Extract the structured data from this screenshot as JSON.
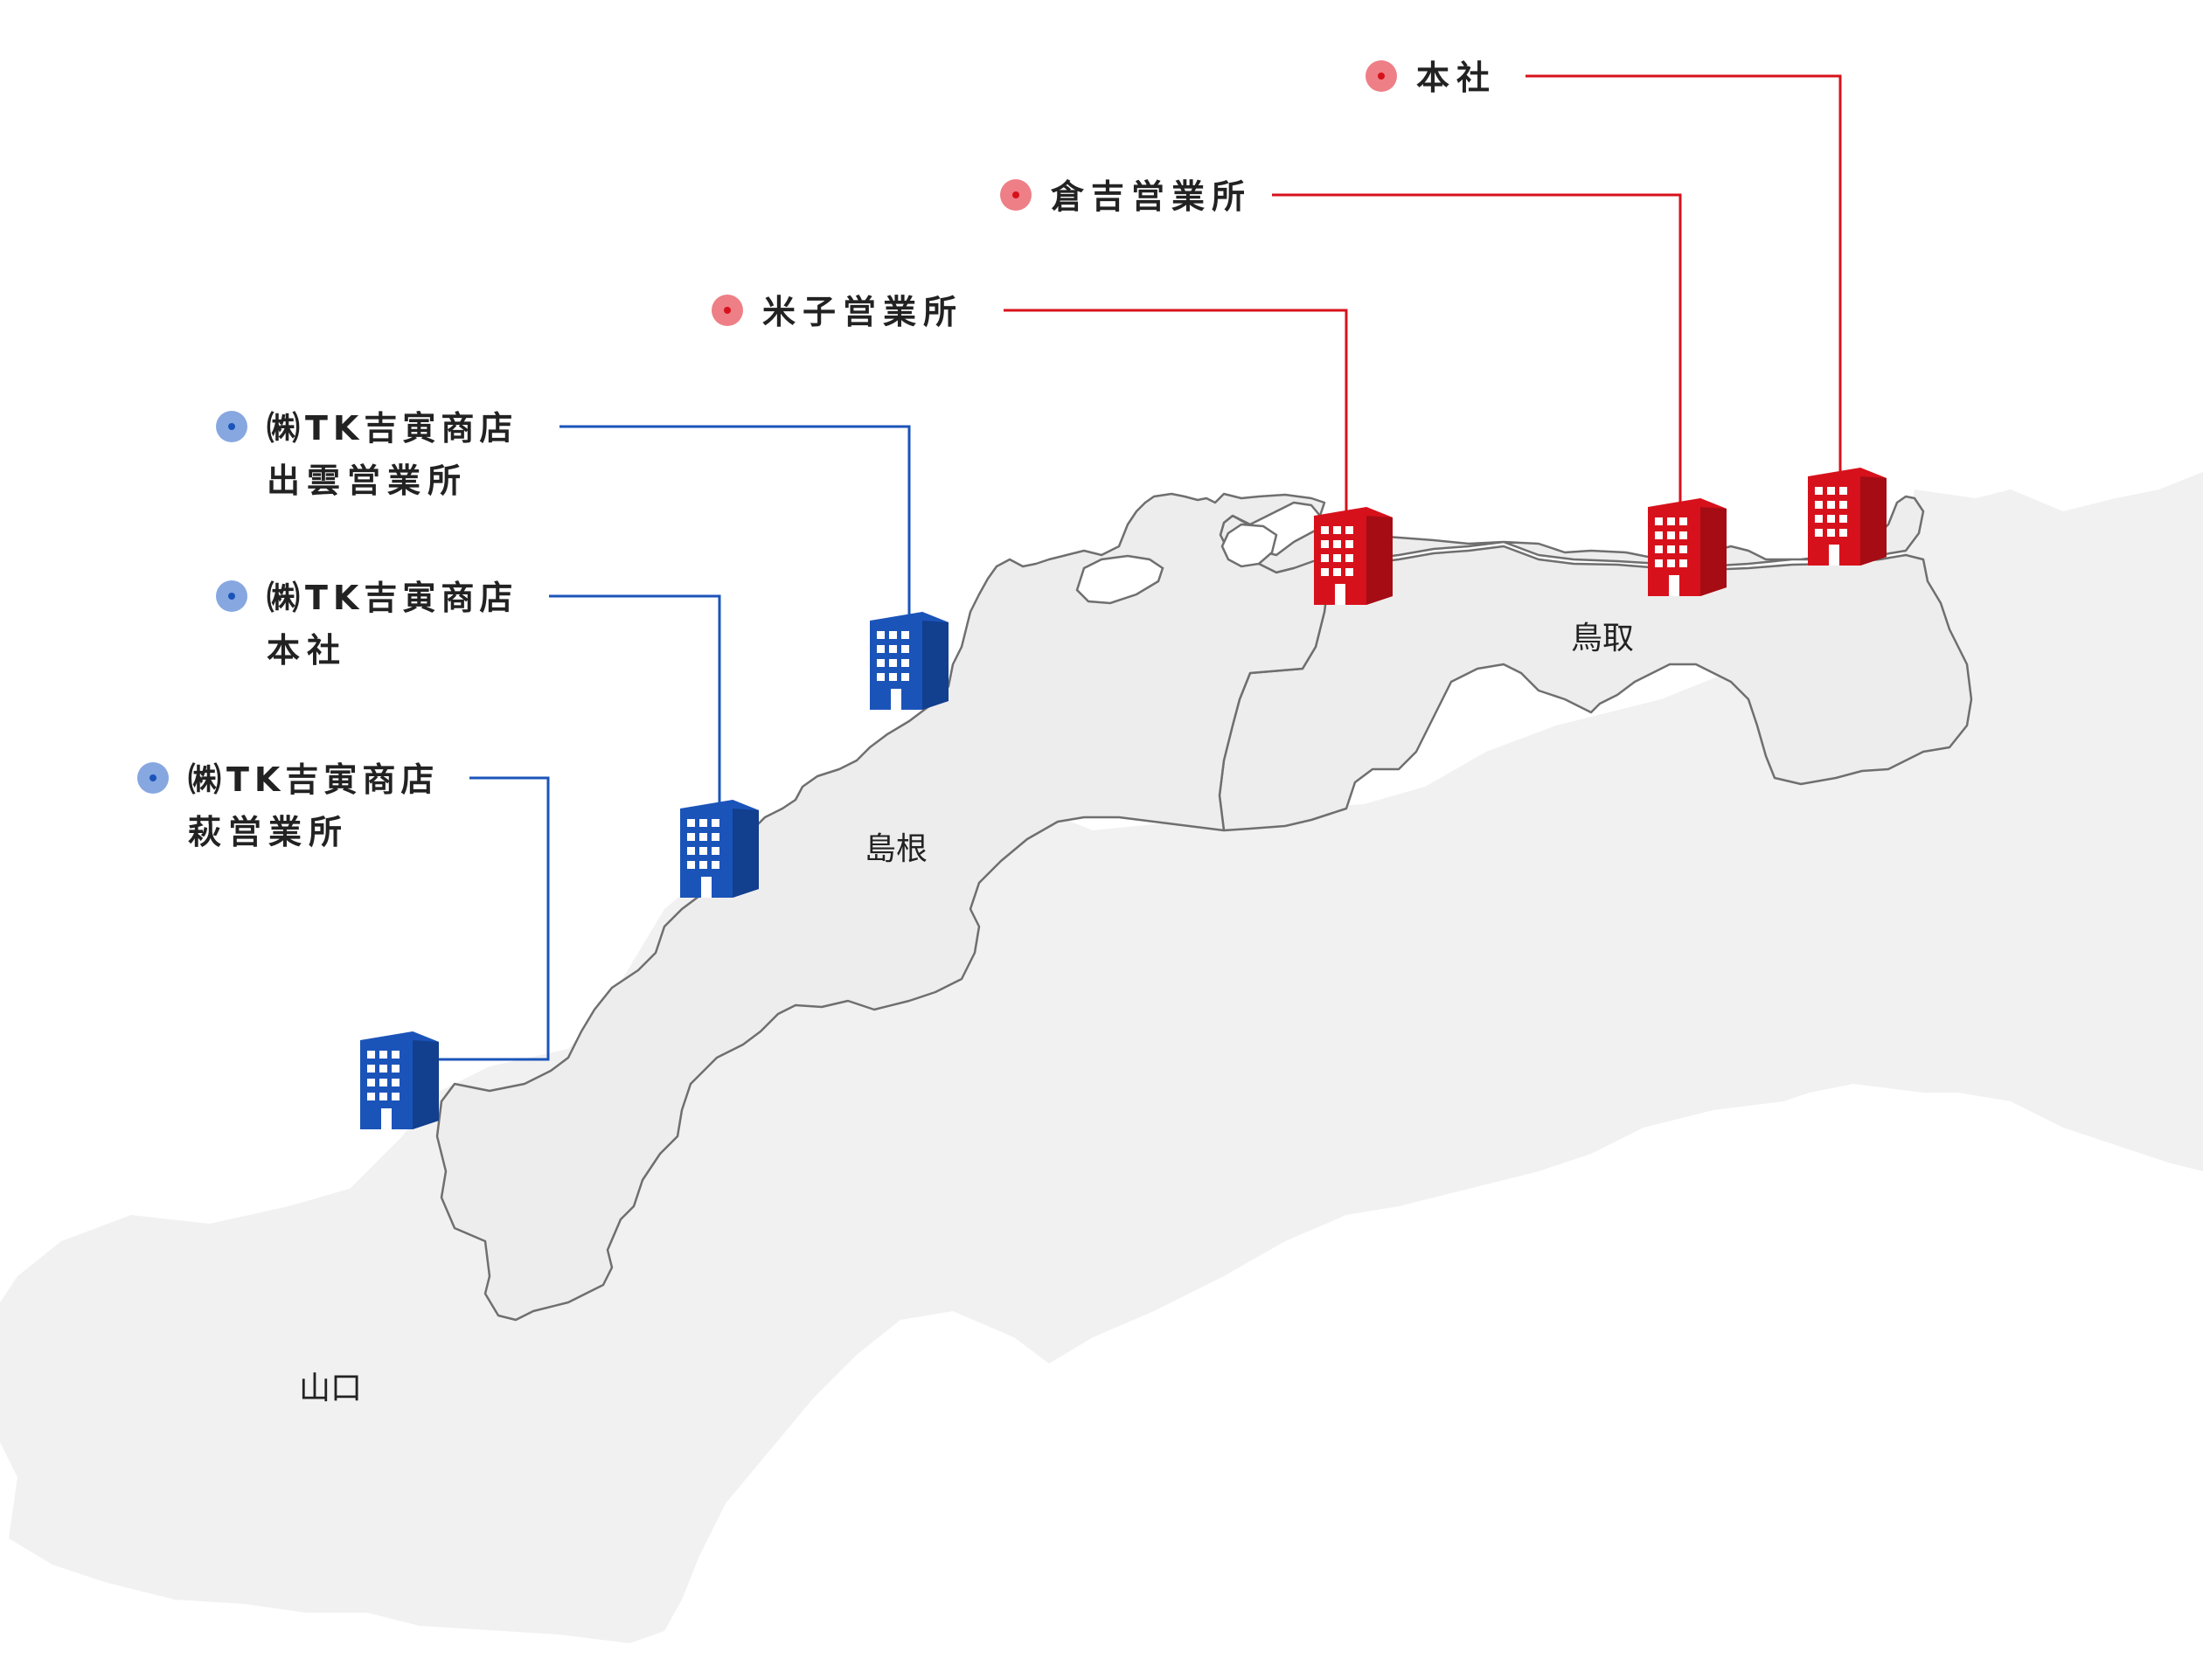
{
  "colors": {
    "sea": "#ffffff",
    "surrounding_land": "#f1f1f1",
    "highlight_land": "#eeeded",
    "border": "#6f6f6f",
    "tottori_office": "#d7111b",
    "tottori_dot": "#ee7f86",
    "shimane_office": "#1b54b9",
    "shimane_dot": "#87a7e0",
    "text": "#222222"
  },
  "regions": {
    "tottori": "鳥取",
    "shimane": "島根",
    "yamaguchi": "山口"
  },
  "offices": {
    "tottori_hq": {
      "label": "本社",
      "group": "tottori",
      "icon": "office-building-icon"
    },
    "kurayoshi": {
      "label": "倉吉営業所",
      "group": "tottori",
      "icon": "office-building-icon"
    },
    "yonago": {
      "label": "米子営業所",
      "group": "tottori",
      "icon": "office-building-icon"
    },
    "izumo": {
      "label_line1": "㈱TK吉寅商店",
      "label_line2": "出雲営業所",
      "group": "shimane",
      "icon": "office-building-icon"
    },
    "shimane_hq": {
      "label_line1": "㈱TK吉寅商店",
      "label_line2": "本社",
      "group": "shimane",
      "icon": "office-building-icon"
    },
    "hagi": {
      "label_line1": "㈱TK吉寅商店",
      "label_line2": "萩営業所",
      "group": "shimane",
      "icon": "office-building-icon"
    }
  }
}
